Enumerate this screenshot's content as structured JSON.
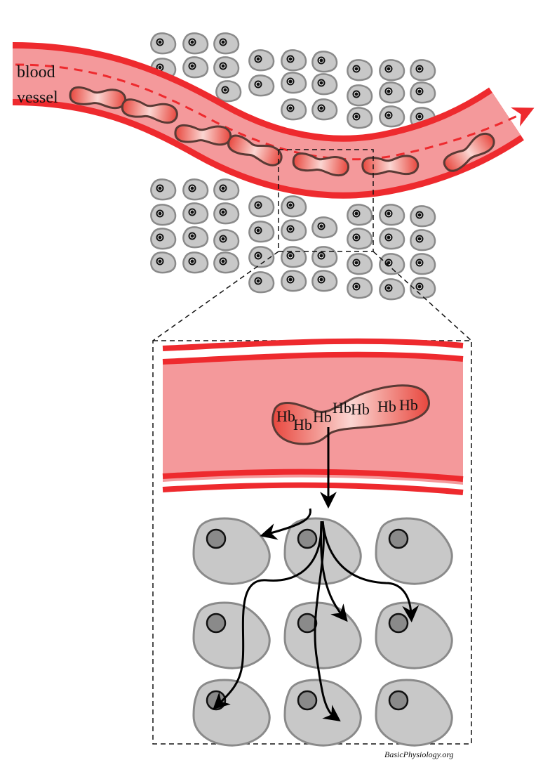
{
  "labels": {
    "vessel_line1": "blood",
    "vessel_line2": "vessel",
    "hb": "Hb"
  },
  "credit": "BasicPhysiology.org",
  "colors": {
    "vessel_wall": "#ee2a2e",
    "vessel_lumen": "#f4999b",
    "rbc_fill": "#ea5a4e",
    "rbc_outline": "#5a3a35",
    "cell_fill": "#c8c8c8",
    "cell_outline": "#8a8a8a",
    "nucleus_fill": "#8a8a8a",
    "arrow": "#000000"
  }
}
